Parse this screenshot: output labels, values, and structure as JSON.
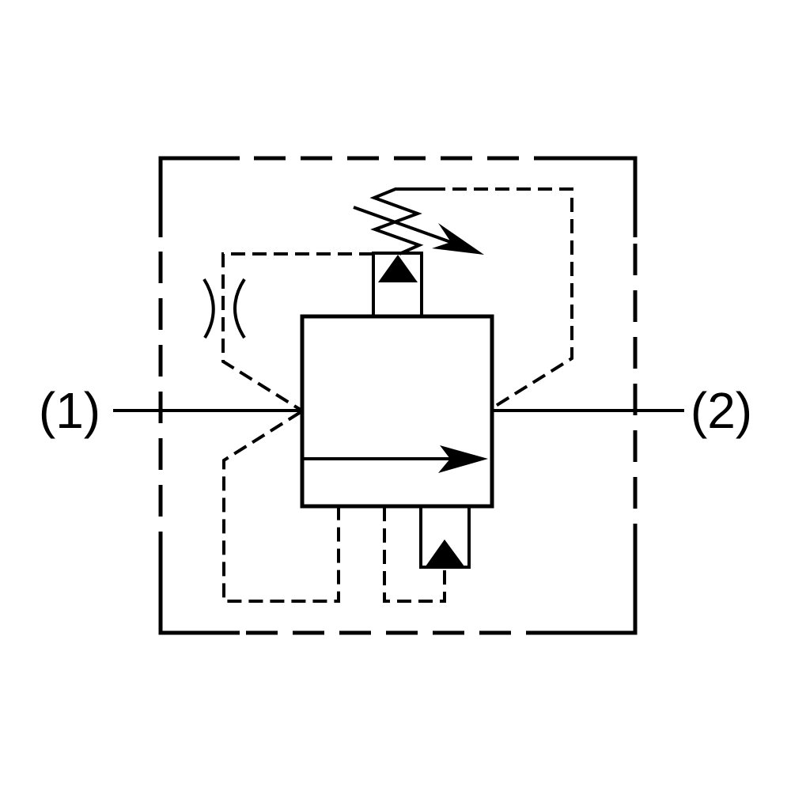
{
  "diagram": {
    "kind": "hydraulic-valve-schematic",
    "port_labels": {
      "left": "(1)",
      "right": "(2)"
    },
    "colors": {
      "line": "#000000",
      "background": "#ffffff"
    },
    "symbols": {
      "enclosure": "dashed-boundary-box",
      "main_valve_body": "square-envelope",
      "flow_arrow": "right-arrow",
      "pilot_poppet": "box-with-up-triangle",
      "check_poppet": "box-with-up-triangle",
      "spring": "zigzag-spring",
      "adjustment": "diagonal-arrow",
      "orifice": "opposed-arcs",
      "pilot_lines": "short-dashed-lines"
    }
  }
}
